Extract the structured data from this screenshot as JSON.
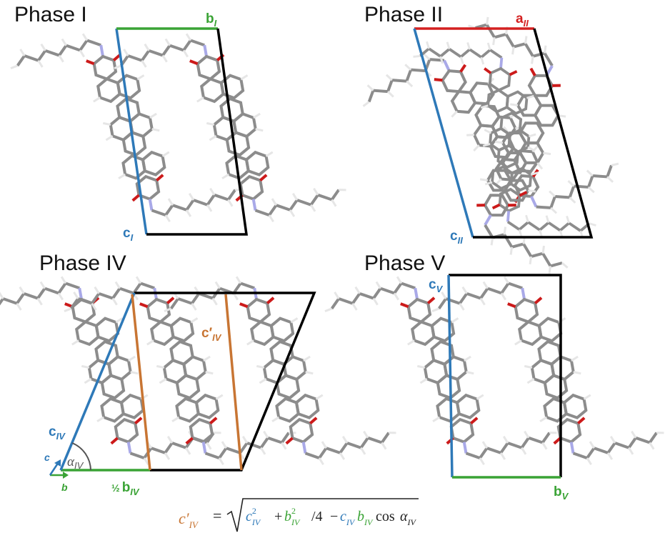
{
  "panels": [
    {
      "title": "Phase I",
      "axes": [
        {
          "letter": "b",
          "sub": "I",
          "color": "#3aa335"
        },
        {
          "letter": "c",
          "sub": "I",
          "color": "#2e79b8"
        }
      ]
    },
    {
      "title": "Phase II",
      "axes": [
        {
          "letter": "a",
          "sub": "II",
          "color": "#d42020"
        },
        {
          "letter": "c",
          "sub": "II",
          "color": "#2e79b8"
        }
      ]
    },
    {
      "title": "Phase IV",
      "axes": [
        {
          "letter": "c",
          "sub": "IV",
          "color": "#2e79b8"
        },
        {
          "letter": "c′",
          "sub": "IV",
          "color": "#c87533"
        },
        {
          "letter": "b",
          "sub": "IV",
          "color": "#3aa335",
          "prefix": "½"
        }
      ],
      "angle_label": "α",
      "angle_sub": "IV",
      "triad": {
        "c": "c",
        "b": "b"
      }
    },
    {
      "title": "Phase V",
      "axes": [
        {
          "letter": "c",
          "sub": "V",
          "color": "#2e79b8"
        },
        {
          "letter": "b",
          "sub": "V",
          "color": "#3aa335"
        }
      ]
    }
  ],
  "formula": {
    "lhs": "c′",
    "lhs_sub": "IV",
    "eq": "=",
    "t1": "c",
    "t1_sub": "IV",
    "t1_sup": "2",
    "plus": "+",
    "t2": "b",
    "t2_sub": "IV",
    "t2_sup": "2",
    "div": "/4",
    "minus": "−",
    "t3a": "c",
    "t3a_sub": "IV",
    "t3b": "b",
    "t3b_sub": "IV",
    "cos": "cos",
    "alpha": "α",
    "alpha_sub": "IV"
  },
  "colors": {
    "a_axis": "#d42020",
    "b_axis": "#3aa335",
    "c_axis": "#2e79b8",
    "c_prime": "#c87533",
    "cell": "#000000",
    "carbon": "#8c8c8c",
    "hydrogen": "#e6e6e6",
    "oxygen": "#cc1a1a",
    "nitrogen": "#a9a9e8"
  }
}
